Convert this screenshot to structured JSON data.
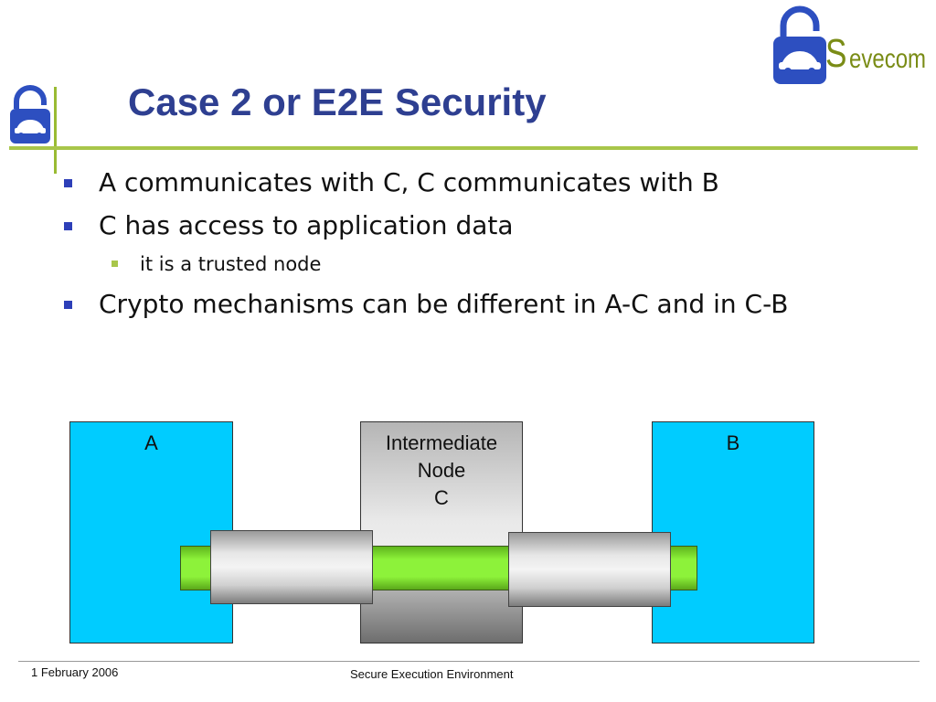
{
  "header": {
    "title": "Case 2 or E2E Security",
    "logo_text": "evecom",
    "logo_initial": "S",
    "logo_icon": "padlock-car-icon"
  },
  "bullets": [
    {
      "level": 1,
      "text": "A communicates with C, C communicates with B"
    },
    {
      "level": 1,
      "text": "C has access to application data"
    },
    {
      "level": 2,
      "text": "it is a trusted node"
    },
    {
      "level": 1,
      "text": "Crypto mechanisms can be different in A-C and in C-B"
    }
  ],
  "diagram": {
    "node_a": {
      "label": "A"
    },
    "node_c": {
      "label_line1": "Intermediate",
      "label_line2": "Node",
      "label_line3": "C"
    },
    "node_b": {
      "label": "B"
    }
  },
  "footer": {
    "date": "1 February 2006",
    "title": "Secure Execution Environment"
  },
  "colors": {
    "title": "#2e3f91",
    "bullet_level1": "#2d3fb8",
    "bullet_level2": "#a8c64a",
    "accent_line": "#a8c64a",
    "node_fill": "#00ccff",
    "channel_green": "#8df23a"
  }
}
